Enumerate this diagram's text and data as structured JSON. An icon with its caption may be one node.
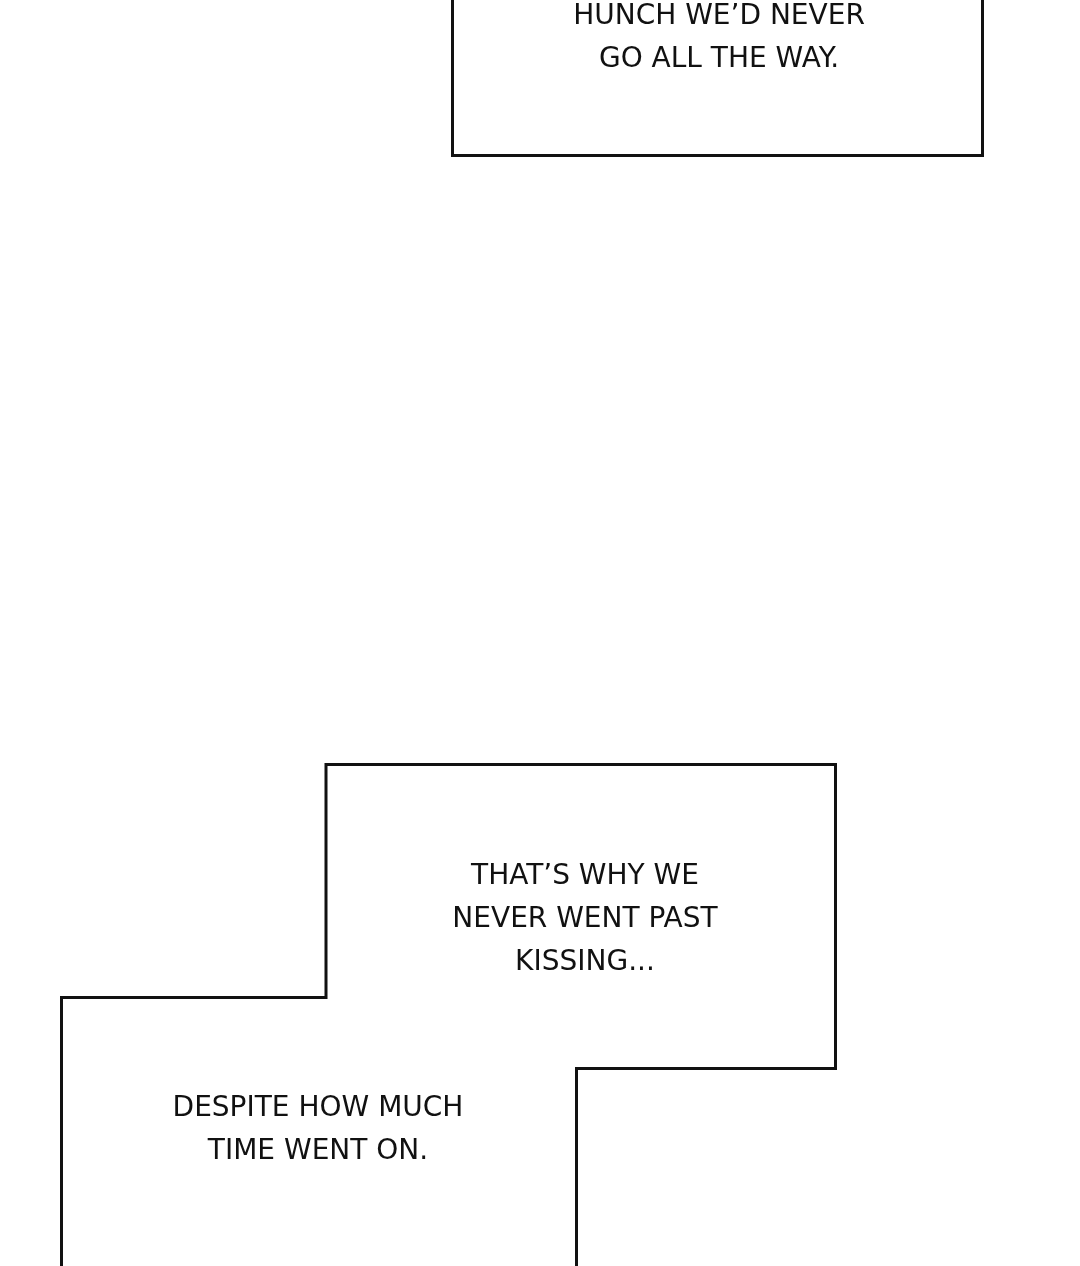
{
  "diagram": {
    "nodes": [
      {
        "text": [
          "HUNCH WE’D NEVER GO ALL THE WAY."
        ]
      },
      {
        "text": [
          "THAT’S WHY WE NEVER WENT PAST KISSING...",
          "DESPITE HOW MUCH TIME WENT ON."
        ]
      }
    ]
  }
}
